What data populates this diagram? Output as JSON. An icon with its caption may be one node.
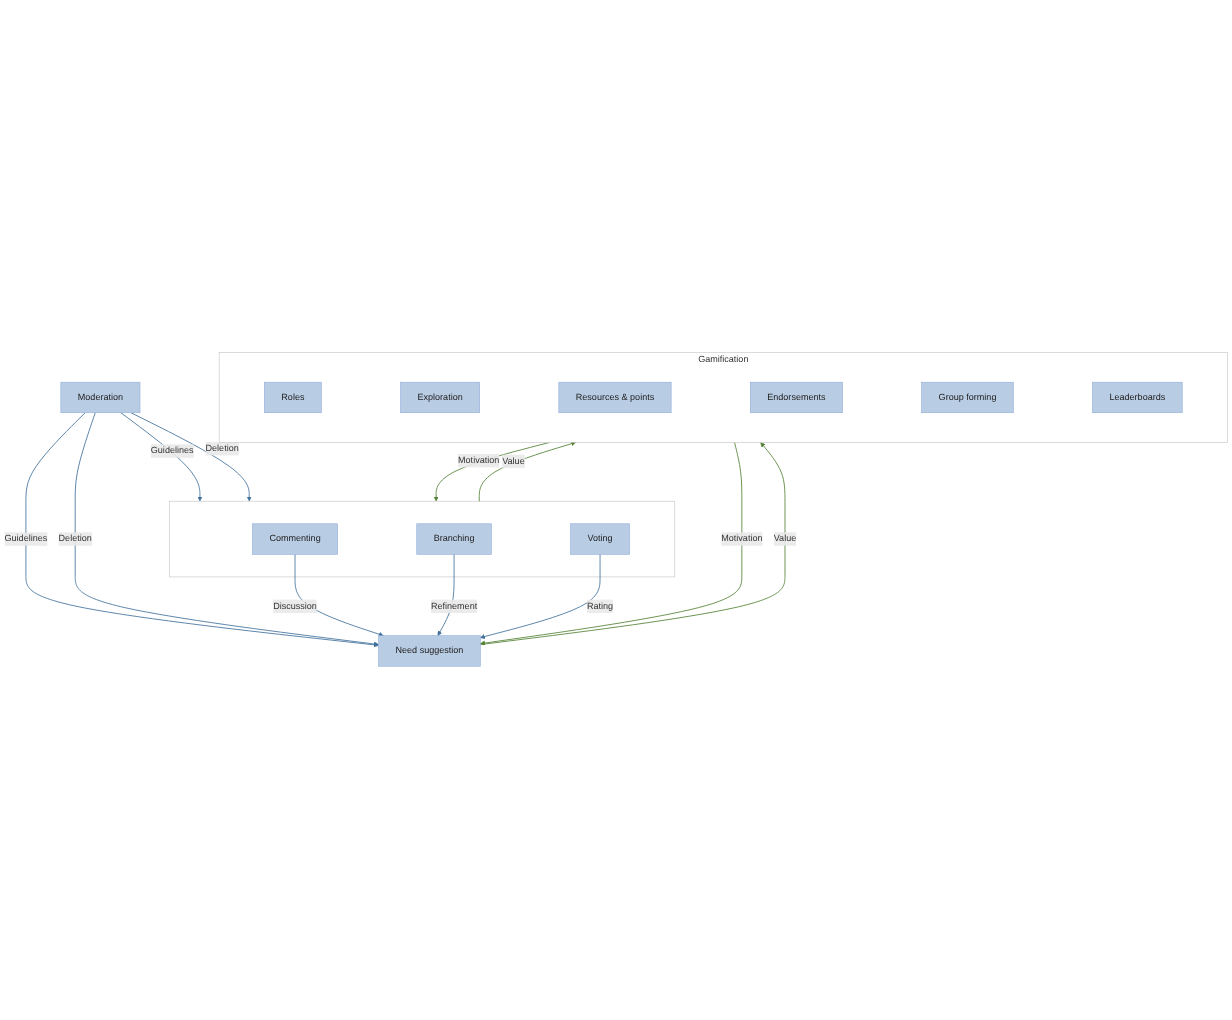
{
  "diagram": {
    "nodes": [
      {
        "text": [
          "Moderation"
        ]
      },
      {
        "text": [
          "Need suggestion"
        ]
      },
      {
        "text": [],
        "shape": "box"
      },
      {
        "text": [
          "Commenting"
        ],
        "in": 2
      },
      {
        "text": [
          "Branching"
        ],
        "in": 2
      },
      {
        "text": [
          "Voting"
        ],
        "in": 2
      },
      {
        "text": [
          "Gamification"
        ]
      },
      {
        "text": [
          "Roles"
        ],
        "in": 6
      },
      {
        "text": [
          "Exploration"
        ],
        "in": 6
      },
      {
        "text": [
          "Resources & points"
        ],
        "in": 6
      },
      {
        "text": [
          "Endorsements"
        ],
        "in": 6
      },
      {
        "text": [
          "Group forming"
        ],
        "in": 6
      },
      {
        "text": [
          "Leaderboards"
        ],
        "in": 6
      }
    ],
    "edges": [
      {
        "from": 0,
        "to": 1,
        "arrow": "to",
        "label": "Guidelines"
      },
      {
        "from": 0,
        "to": 1,
        "arrow": "to",
        "label": "Deletion"
      },
      {
        "from": 0,
        "to": 2,
        "arrow": "to",
        "label": "Guidelines"
      },
      {
        "from": 0,
        "to": 2,
        "arrow": "to",
        "label": "Deletion"
      },
      {
        "from": 3,
        "to": 1,
        "arrow": "to",
        "label": "Discussion"
      },
      {
        "from": 4,
        "to": 1,
        "arrow": "to",
        "label": "Refinement"
      },
      {
        "from": 5,
        "to": 1,
        "arrow": "to",
        "label": "Rating"
      },
      {
        "from": 6,
        "to": 1,
        "arrow": "to",
        "label": "Motivation",
        "color": "#548235"
      },
      {
        "from": 1,
        "to": 6,
        "arrow": "to",
        "label": "Value",
        "color": "#548235"
      },
      {
        "from": 6,
        "to": 2,
        "arrow": "to",
        "label": "Motivation",
        "color": "#548235"
      },
      {
        "from": 2,
        "to": 6,
        "arrow": "to",
        "label": "Value",
        "color": "#548235"
      }
    ]
  }
}
